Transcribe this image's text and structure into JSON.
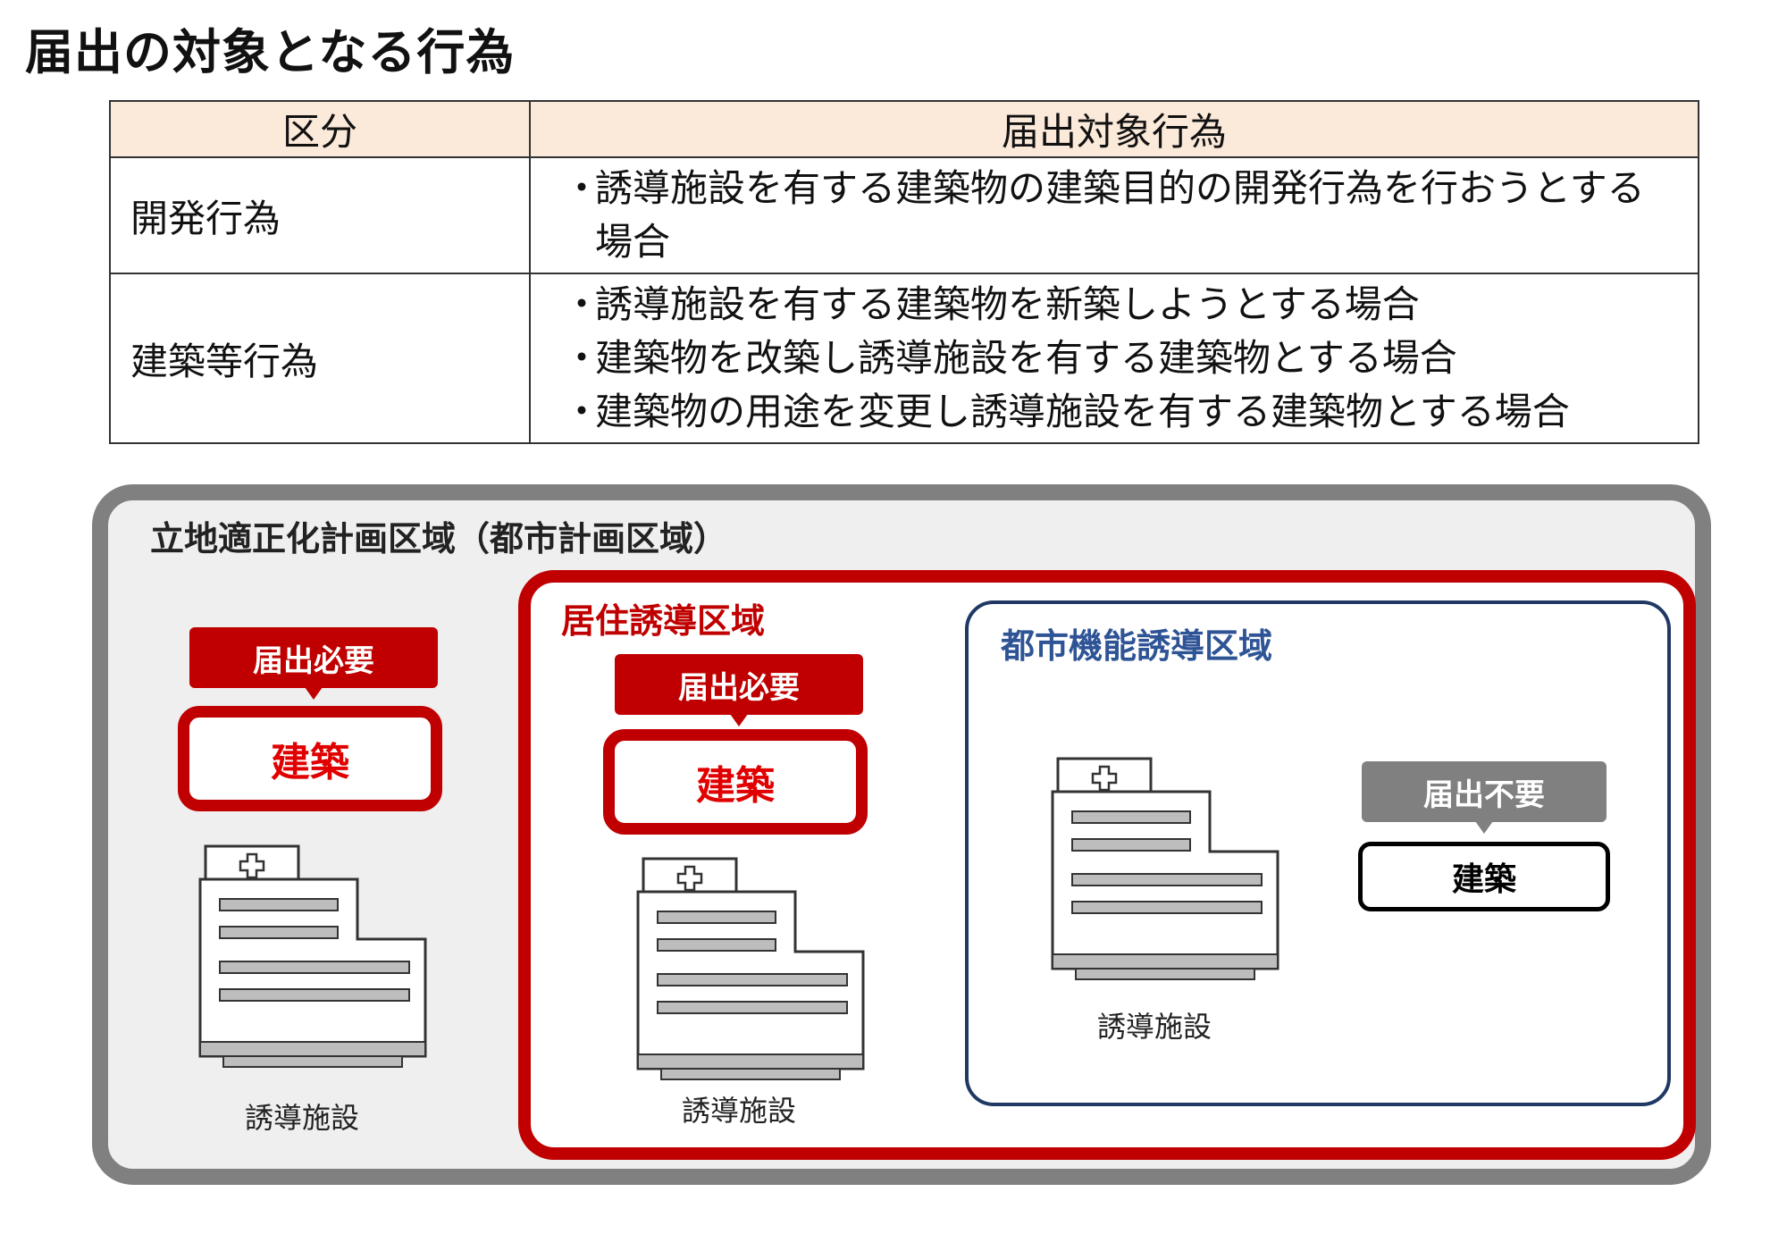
{
  "title": "届出の対象となる行為",
  "table": {
    "headers": [
      "区分",
      "届出対象行為"
    ],
    "rows": [
      {
        "category": "開発行為",
        "bullet": "・",
        "acts": [
          "誘導施設を有する建築物の建築目的の開発行為を行おうとする場合"
        ]
      },
      {
        "category": "建築等行為",
        "bullet": "・",
        "acts": [
          "誘導施設を有する建築物を新築しようとする場合",
          "建築物を改築し誘導施設を有する建築物とする場合",
          "建築物の用途を変更し誘導施設を有する建築物とする場合"
        ]
      }
    ]
  },
  "diagram": {
    "outer_zone_label": "立地適正化計画区域（都市計画区域）",
    "residential_zone_label": "居住誘導区域",
    "urban_zone_label": "都市機能誘導区域",
    "cases": [
      {
        "callout": "届出必要",
        "action": "建築",
        "facility": "誘導施設"
      },
      {
        "callout": "届出必要",
        "action": "建築",
        "facility": "誘導施設"
      },
      {
        "callout": "届出不要",
        "action": "建築",
        "facility": "誘導施設"
      }
    ],
    "colors": {
      "required": "#c00000",
      "not_required": "#808080",
      "outer_border": "#808080",
      "urban_border": "#1f3864",
      "urban_label": "#2e5496"
    },
    "icon": "hospital-building-icon"
  }
}
